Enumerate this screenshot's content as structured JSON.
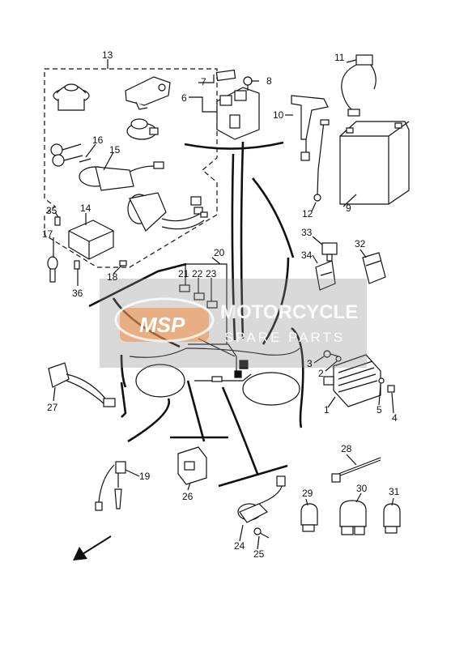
{
  "watermark": {
    "logo": "MSP",
    "title": "MOTORCYCLE",
    "subtitle": "SPARE PARTS",
    "box_color": "#8a8a8a",
    "logo_color": "#f28c3c"
  },
  "callouts": [
    "1",
    "2",
    "3",
    "4",
    "5",
    "6",
    "7",
    "8",
    "9",
    "10",
    "11",
    "12",
    "13",
    "14",
    "15",
    "16",
    "17",
    "18",
    "19",
    "20",
    "21",
    "22",
    "23",
    "24",
    "25",
    "26",
    "27",
    "28",
    "29",
    "30",
    "31",
    "32",
    "33",
    "34",
    "35",
    "36"
  ],
  "direction_icon": "front-arrow-icon"
}
